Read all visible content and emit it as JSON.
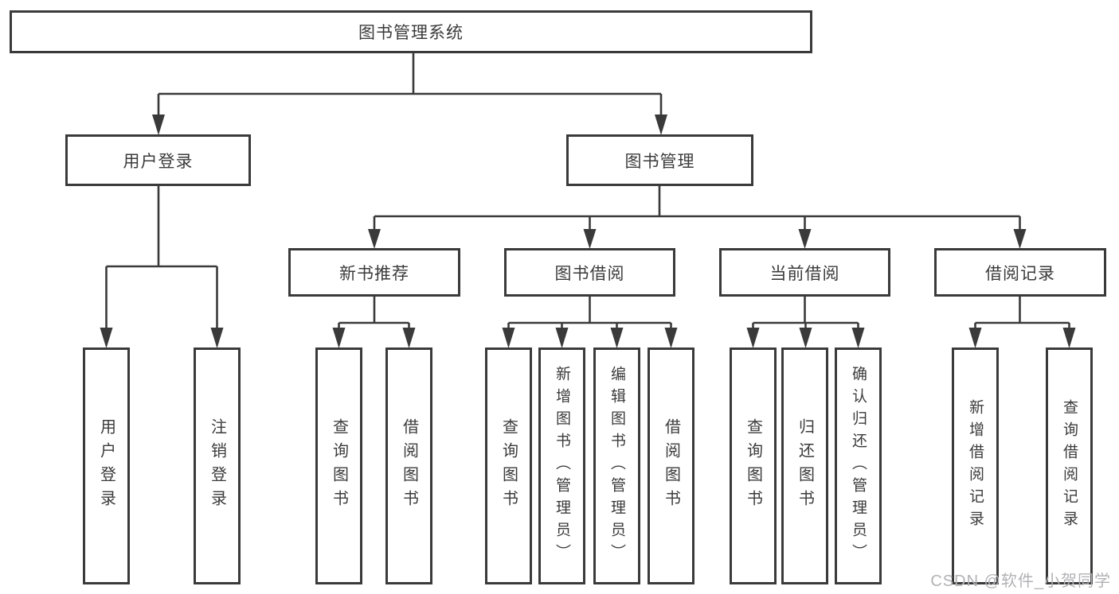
{
  "page": {
    "background": "#ffffff",
    "line_color": "#3a3a3a",
    "text_color": "#3b3b3b"
  },
  "diagram": {
    "type": "hierarchy-tree",
    "root": {
      "label": "图书管理系统"
    },
    "level2": [
      {
        "label": "用户登录",
        "parent": "图书管理系统"
      },
      {
        "label": "图书管理",
        "parent": "图书管理系统"
      }
    ],
    "level3": [
      {
        "label": "新书推荐",
        "parent": "图书管理"
      },
      {
        "label": "图书借阅",
        "parent": "图书管理"
      },
      {
        "label": "当前借阅",
        "parent": "图书管理"
      },
      {
        "label": "借阅记录",
        "parent": "图书管理"
      }
    ],
    "leaves": [
      {
        "label": "用户登录",
        "parent": "用户登录"
      },
      {
        "label": "注销登录",
        "parent": "用户登录"
      },
      {
        "label": "查询图书",
        "parent": "新书推荐"
      },
      {
        "label": "借阅图书",
        "parent": "新书推荐"
      },
      {
        "label": "查询图书",
        "parent": "图书借阅"
      },
      {
        "label": "新增图书（管理员）",
        "parent": "图书借阅"
      },
      {
        "label": "编辑图书（管理员）",
        "parent": "图书借阅"
      },
      {
        "label": "借阅图书",
        "parent": "图书借阅"
      },
      {
        "label": "查询图书",
        "parent": "当前借阅"
      },
      {
        "label": "归还图书",
        "parent": "当前借阅"
      },
      {
        "label": "确认归还（管理员）",
        "parent": "当前借阅"
      },
      {
        "label": "新增借阅记录",
        "parent": "借阅记录"
      },
      {
        "label": "查询借阅记录",
        "parent": "借阅记录"
      }
    ]
  },
  "watermark": {
    "text": "CSDN @软件_小贺同学",
    "color": "#b2b2b6"
  }
}
